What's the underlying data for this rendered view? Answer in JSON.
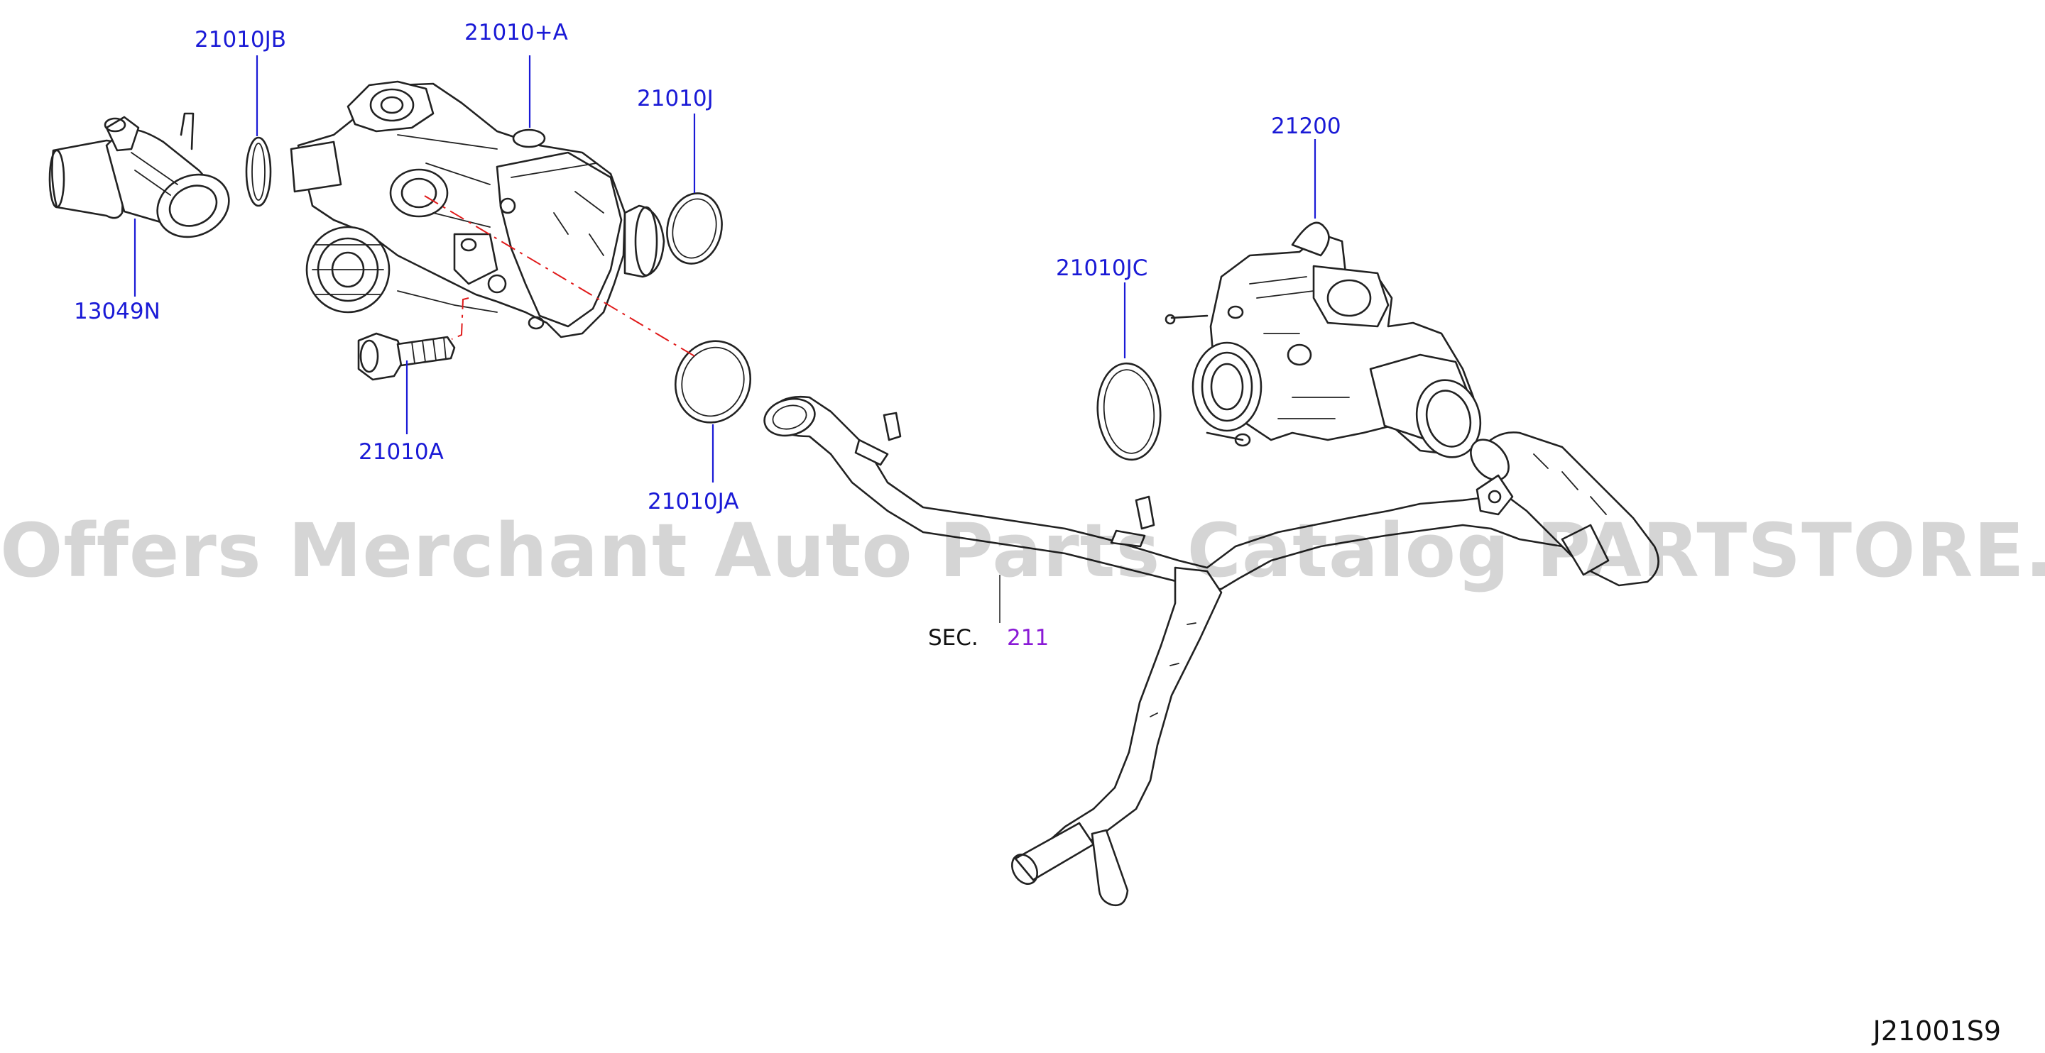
{
  "labels": {
    "part_21010jb": "21010JB",
    "part_21010a_plus": "21010+A",
    "part_21010j": "21010J",
    "part_13049n": "13049N",
    "part_21200": "21200",
    "part_21010jc": "21010JC",
    "part_21010a": "21010A",
    "part_21010ja": "21010JA",
    "sec_prefix": "SEC.",
    "sec_number": "211"
  },
  "watermark": "Offers Merchant Auto Parts Catalog PARTSTORE.SA",
  "diagram_code": "J21001S9",
  "colors": {
    "label": "#1a1ad6",
    "section_ref": "#8a1ad6",
    "centerline": "#e01a1a",
    "line_art": "#222222"
  }
}
